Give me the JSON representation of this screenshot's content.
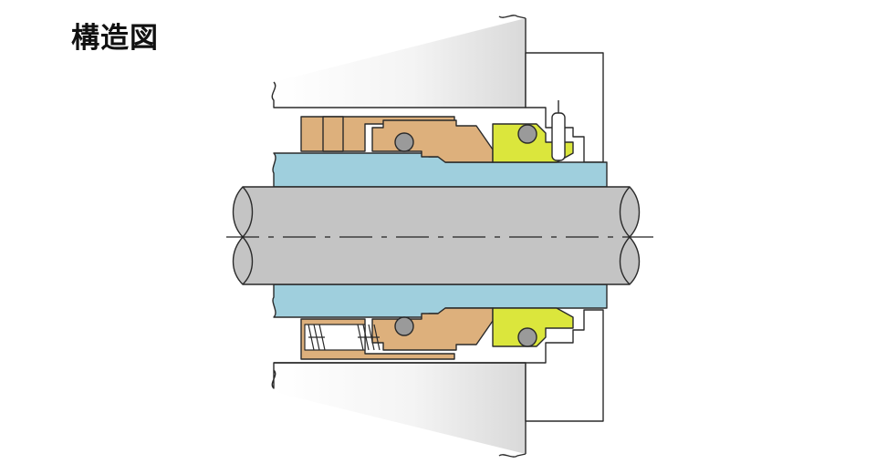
{
  "title": "構造図",
  "colors": {
    "background": "#ffffff",
    "outline": "#2a2a2a",
    "housing": "#ffffff",
    "housing_shade": "#e6e6e6",
    "sleeve": "#9fcfdd",
    "shaft": "#c4c4c4",
    "rotating_ring": "#ddb07c",
    "stationary_seat": "#dbe63c",
    "o_ring": "#9a9a9a",
    "centerline": "#222222"
  },
  "parts": [
    {
      "id": "housing",
      "icon": "housing-shape"
    },
    {
      "id": "gland",
      "icon": "gland-shape"
    },
    {
      "id": "shaft",
      "icon": "shaft-shape"
    },
    {
      "id": "sleeve",
      "icon": "sleeve-shape"
    },
    {
      "id": "rotating-seal-ring",
      "icon": "seal-ring-shape"
    },
    {
      "id": "stationary-seat",
      "icon": "seat-shape"
    },
    {
      "id": "springs",
      "icon": "spring-coil"
    },
    {
      "id": "o-rings",
      "icon": "o-ring-circle"
    },
    {
      "id": "anti-rotation-pin",
      "icon": "pin-shape"
    }
  ]
}
